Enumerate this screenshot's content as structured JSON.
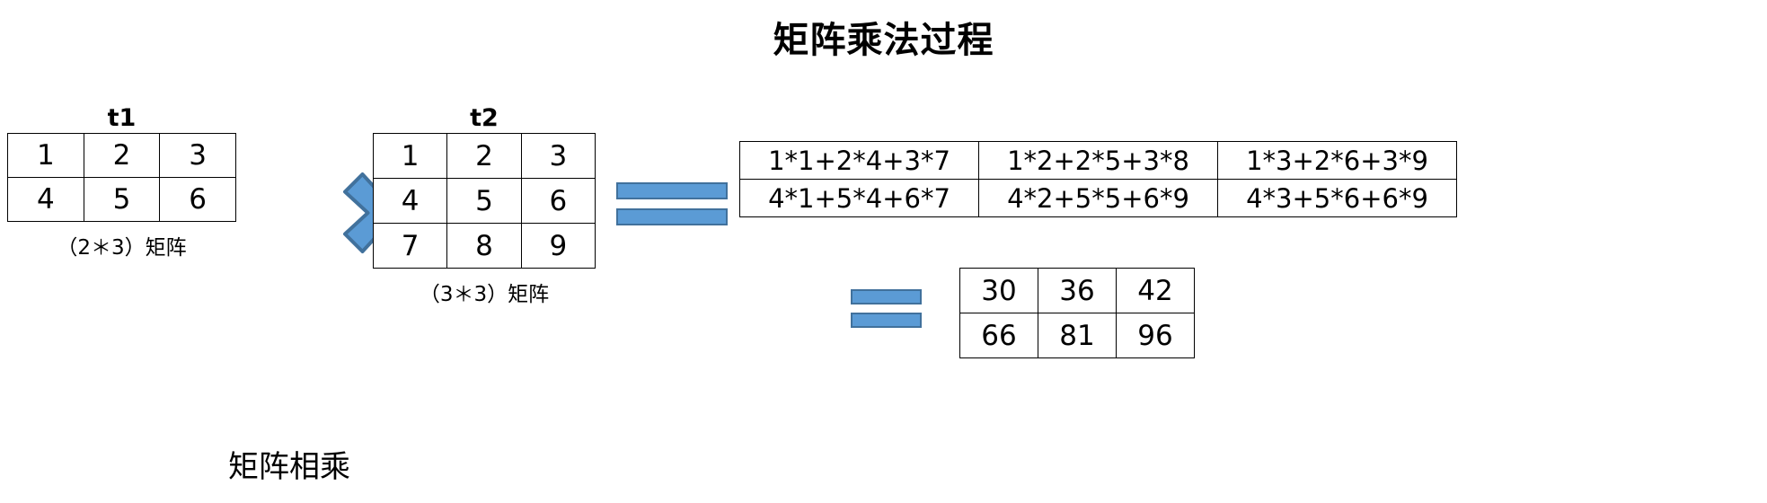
{
  "title": "矩阵乘法过程",
  "colors": {
    "symbol_fill": "#5B9BD5",
    "symbol_border": "#41719C",
    "grid_line": "#000000",
    "text": "#000000",
    "background": "#FFFFFF"
  },
  "operand_a": {
    "label": "t1",
    "caption": "（2＊3）矩阵",
    "rows": [
      [
        "1",
        "2",
        "3"
      ],
      [
        "4",
        "5",
        "6"
      ]
    ]
  },
  "operand_b": {
    "label": "t2",
    "caption": "（3＊3）矩阵",
    "rows": [
      [
        "1",
        "2",
        "3"
      ],
      [
        "4",
        "5",
        "6"
      ],
      [
        "7",
        "8",
        "9"
      ]
    ]
  },
  "operators": {
    "multiply": "multiply-icon",
    "equals_top": "equals-icon",
    "equals_bottom": "equals-icon"
  },
  "expansion": {
    "rows": [
      [
        "1*1+2*4+3*7",
        "1*2+2*5+3*8",
        "1*3+2*6+3*9"
      ],
      [
        "4*1+5*4+6*7",
        "4*2+5*5+6*9",
        "4*3+5*6+6*9"
      ]
    ]
  },
  "result": {
    "rows": [
      [
        "30",
        "36",
        "42"
      ],
      [
        "66",
        "81",
        "96"
      ]
    ]
  },
  "bottom_caption": "矩阵相乘"
}
